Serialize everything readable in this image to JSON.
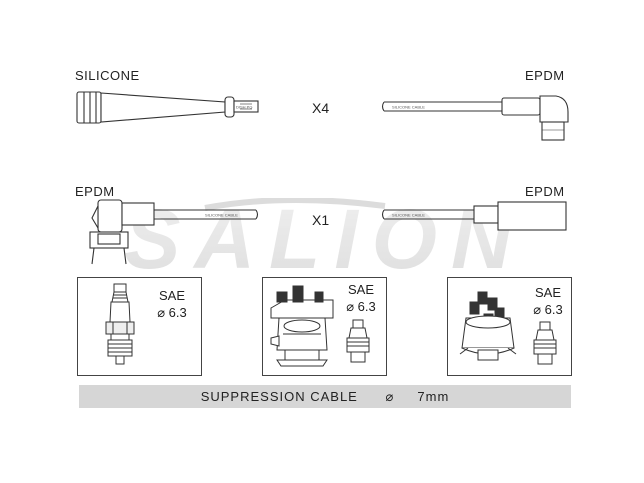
{
  "set1": {
    "left_label": "SILICONE",
    "right_label": "EPDM",
    "multiplier": "X4",
    "left_cable_text": "DISH PG",
    "right_cable_text": "SILICONE CABLE"
  },
  "set2": {
    "left_label": "EPDM",
    "right_label": "EPDM",
    "multiplier": "X1",
    "left_cable_text": "SILICONE CABLE",
    "right_cable_text": "SILICONE CABLE"
  },
  "panels": [
    {
      "spec_line1": "SAE",
      "spec_line2": "⌀ 6.3",
      "part": "spark-plug"
    },
    {
      "spec_line1": "SAE",
      "spec_line2": "⌀ 6.3",
      "part": "ignition-coil"
    },
    {
      "spec_line1": "SAE",
      "spec_line2": "⌀ 6.3",
      "part": "distributor-cap"
    }
  ],
  "banner": {
    "text": "SUPPRESSION CABLE",
    "diameter_symbol": "⌀",
    "diameter": "7mm"
  },
  "watermark": "SALION",
  "colors": {
    "line": "#333333",
    "banner_bg": "#d6d6d6",
    "watermark": "#c8c8c8"
  }
}
